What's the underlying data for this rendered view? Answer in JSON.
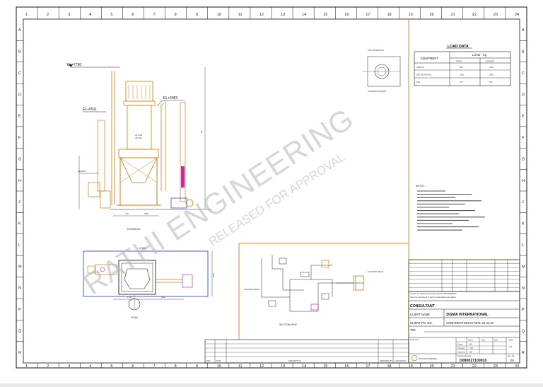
{
  "border": {
    "columns": [
      "1",
      "2",
      "3",
      "4",
      "5",
      "6",
      "7",
      "8",
      "9",
      "10",
      "11",
      "12",
      "13",
      "14",
      "15",
      "16",
      "17",
      "18",
      "19",
      "20",
      "21",
      "22",
      "23",
      "24"
    ],
    "rows": [
      "A",
      "B",
      "C",
      "D",
      "E",
      "F",
      "G",
      "H",
      "J",
      "K",
      "L",
      "M",
      "N",
      "P",
      "Q",
      "R"
    ]
  },
  "elevations": {
    "el_top": "EL+7760",
    "el_mid": "EL+6003",
    "el_left": "EL+5511"
  },
  "views": {
    "elevation_title": "ELEVATION",
    "plan_title": "PLAN",
    "section_title": "SECTION VIEW",
    "plan_dim_1": "1700",
    "plan_dim_2": "2500",
    "plan_dim_3": "4900",
    "elev_dim_1": "1700",
    "elev_dim_2": "2500",
    "elev_height": "7760"
  },
  "load_data": {
    "title": "LOAD DATA",
    "col_equipment": "EQUIPMENT",
    "col_load": "LOAD - Kg",
    "col_static": "STATIC",
    "col_dynamic": "DYNAMIC",
    "rows": [
      {
        "equipment": "ACW=15",
        "static": "500",
        "dynamic": "1250"
      },
      {
        "equipment": "BAG FILTER+RAL",
        "static": "1400",
        "dynamic": "2000"
      },
      {
        "equipment": "FAN",
        "static": "370",
        "dynamic": "575"
      }
    ]
  },
  "watermark": {
    "main": "RATHI ENGINEERING",
    "sub": "RELEASED FOR APPROVAL"
  },
  "notes_title": "NOTES :-",
  "title_block": {
    "consultant_label": "CONSULTANT",
    "client_label": "CLIENT NAME",
    "client_value": "ZIGMA INTERNATIONAL",
    "client_po_label": "CLIENT PO. NO.",
    "client_po_value": "CONFIRMATION BY MAIL 20,01,23",
    "title_label": "Title",
    "project_label": "Project No.",
    "name_label": "Name",
    "sign_label": "Sign",
    "date_label": "Date",
    "scale_label": "Scale",
    "drawn_label": "Drawn",
    "checked_label": "Checked",
    "approved_label": "Approved",
    "drawn_name": "MG",
    "checked_name": "PSK",
    "approved_name": "MB",
    "scale_value": "1:30",
    "drawing_number_label": "Drawing Number",
    "drawing_number": "D080027100010",
    "rev_label": "Rev. No.",
    "rev_value": "00",
    "company": "RATHI ENGINEERING"
  },
  "revision_block": {
    "rev_label": "REV",
    "date_label": "DATE",
    "description_label": "DESCRIPTION",
    "prepared_label": "PREPARED BY",
    "checked_label": "CHECKED BY"
  },
  "colors": {
    "frame": "#e08a1a",
    "structure": "#d07a10",
    "blue": "#1a35c0",
    "magenta": "#c0309a",
    "ink": "#222222",
    "watermark": "#b5b5b5"
  }
}
